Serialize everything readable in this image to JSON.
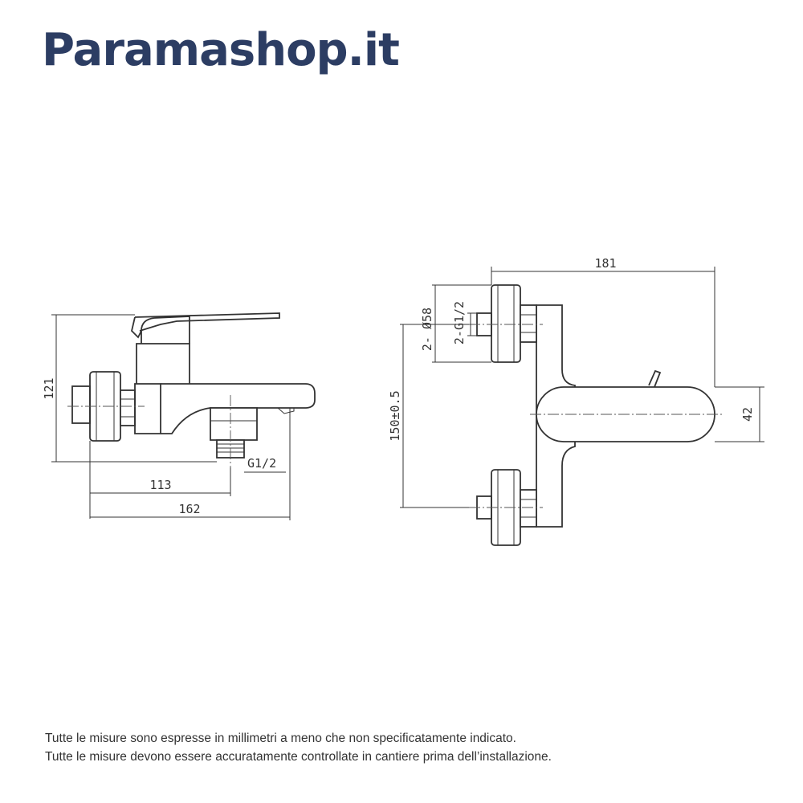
{
  "brand": "Paramashop.it",
  "colors": {
    "brand": "#2c3d63",
    "line": "#333333",
    "background": "#ffffff"
  },
  "dimensions": {
    "height_121": "121",
    "dim_113": "113",
    "dim_162": "162",
    "outlet_thread": "G1/2",
    "dim_181": "181",
    "inlet_diameter": "2- Ø58",
    "inlet_thread": "2-G1/2",
    "centers": "150±0.5",
    "body_height": "42"
  },
  "notes": {
    "line1": "Tutte le misure sono espresse in millimetri a meno che non specificatamente indicato.",
    "line2": "Tutte le misure devono essere accuratamente controllate in cantiere prima dell’installazione."
  }
}
